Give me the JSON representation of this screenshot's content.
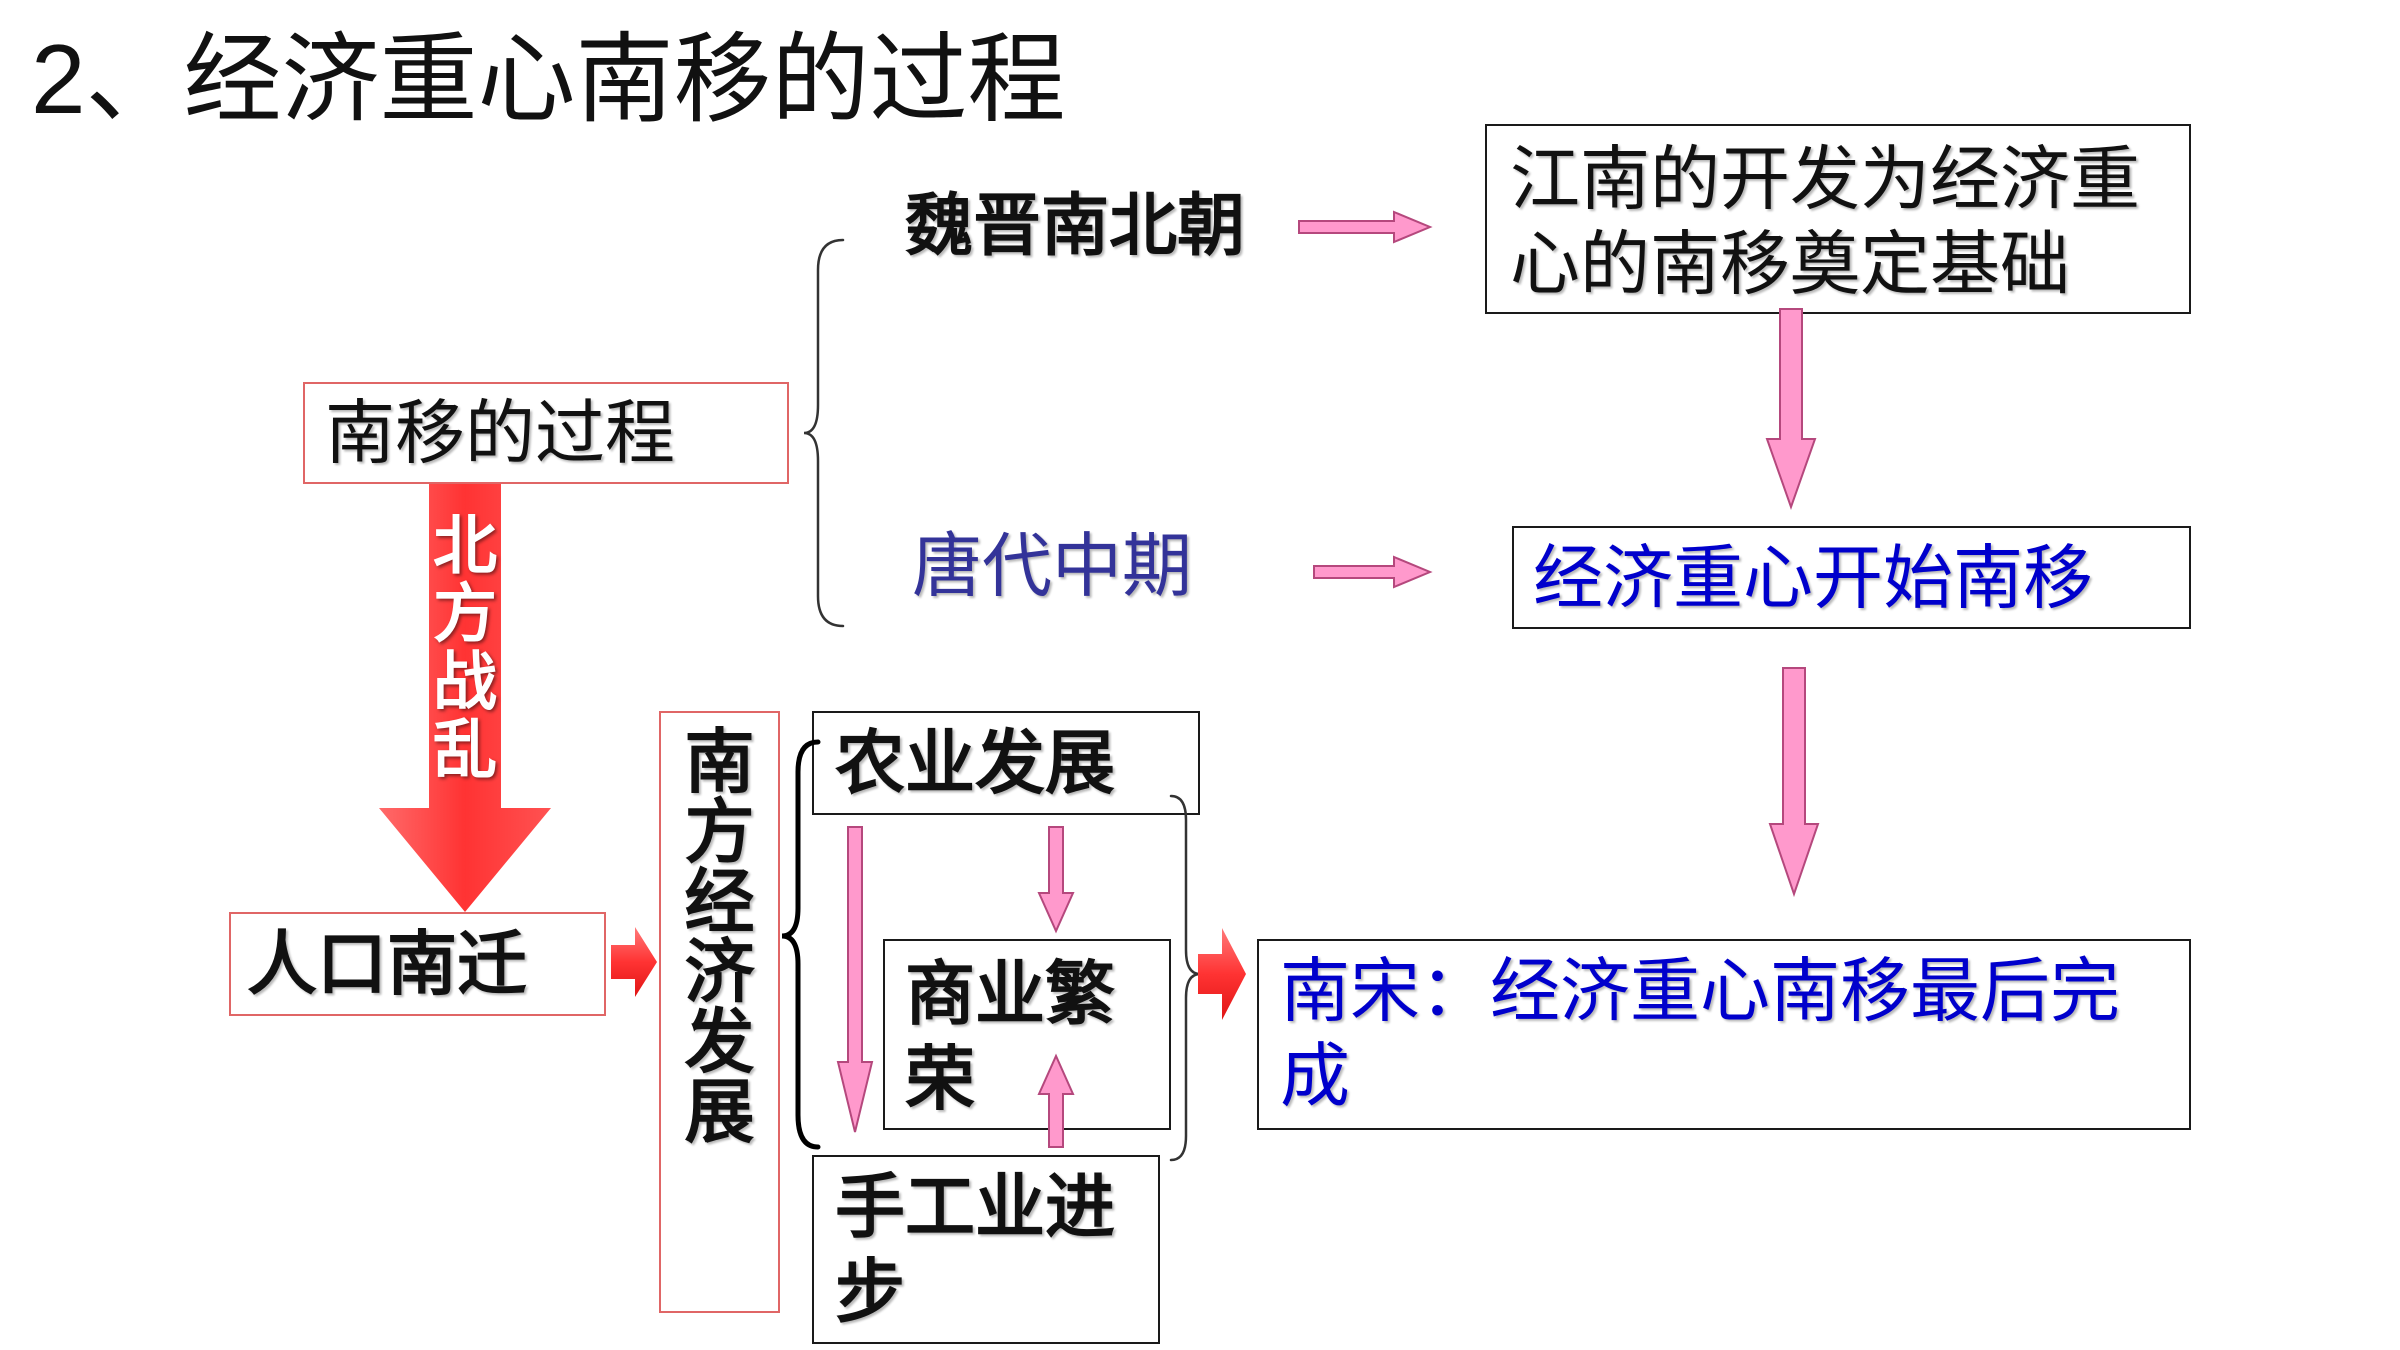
{
  "slide": {
    "title": "2、经济重心南移的过程"
  },
  "diagram": {
    "process_label": "南移的过程",
    "period_wei_jin": "魏晋南北朝",
    "period_tang": "唐代中期",
    "result_wei_jin": "江南的开发为经济重心的南移奠定基础",
    "result_tang": "经济重心开始南移",
    "result_song": "南宋：经济重心南移最后完成",
    "cause": "北方战乱",
    "migration": "人口南迁",
    "southern_development": "南方经济发展",
    "agriculture": "农业发展",
    "commerce": "商业繁荣",
    "handicraft": "手工业进步"
  },
  "colors": {
    "pink": "#FF99CC",
    "pink-line": "#B5487D",
    "red": "#FF3333",
    "red-border": "#E06666",
    "blue": "#0000CC",
    "slate": "#333399"
  }
}
